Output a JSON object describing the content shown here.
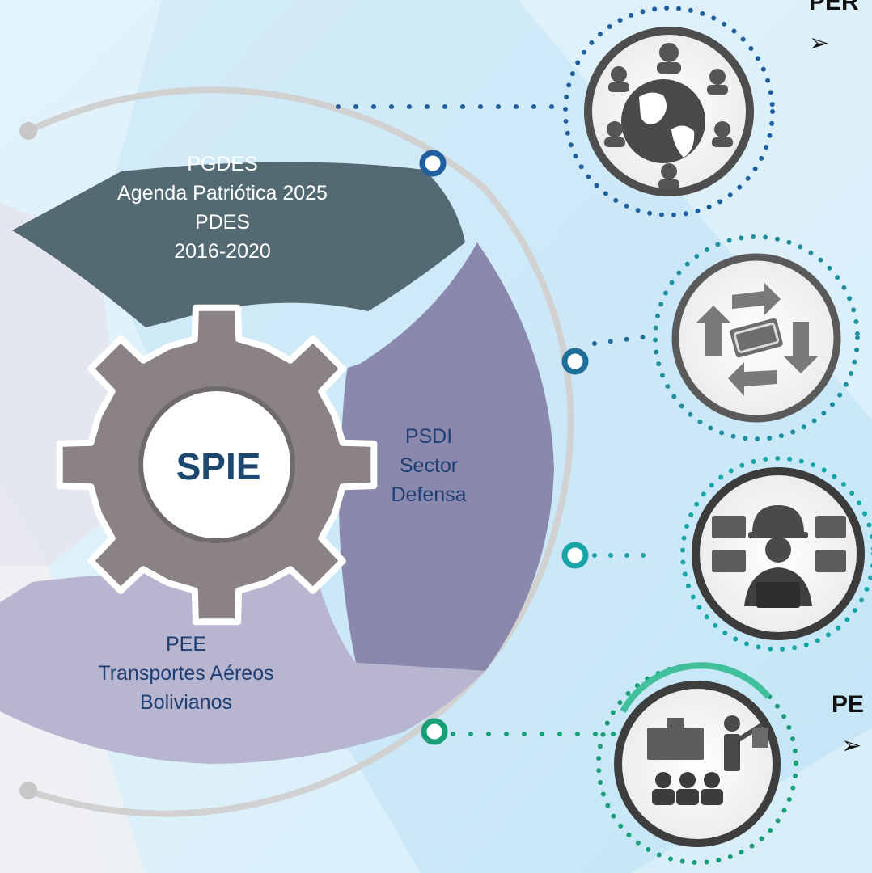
{
  "center": {
    "title": "SPIE"
  },
  "segments": {
    "top": {
      "lines": [
        "PGDES",
        "Agenda Patriótica 2025",
        "PDES",
        "2016-2020"
      ]
    },
    "right": {
      "lines": [
        "PSDI",
        "Sector",
        "Defensa"
      ]
    },
    "bottom": {
      "lines": [
        "PEE",
        "Transportes Aéreos",
        "Bolivianos"
      ]
    }
  },
  "icons": [
    {
      "name": "global-people-icon"
    },
    {
      "name": "money-cycle-icon"
    },
    {
      "name": "engineer-dashboard-icon"
    },
    {
      "name": "training-presentation-icon"
    }
  ],
  "edge_text": {
    "top_fragment": "PER",
    "bottom_fragment": "PE",
    "bullet": "➢"
  },
  "colors": {
    "segment_top": "#546a73",
    "segment_right": "#8a88ac",
    "segment_bottom": "#b7b5cf",
    "gear": "#8a8285",
    "ring_blue": "#1f5fa0",
    "ring_teal": "#17a5a8",
    "ring_green": "#1a9e76"
  }
}
